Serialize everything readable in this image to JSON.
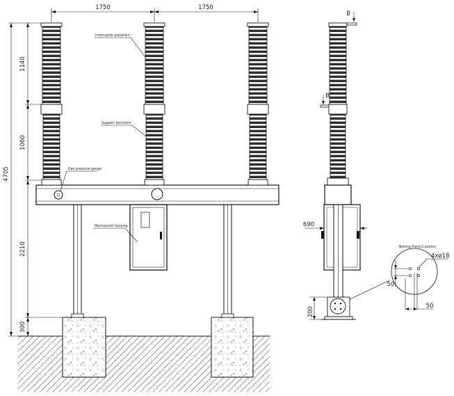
{
  "dimensions": {
    "pole_spacing_left": "1750",
    "pole_spacing_right": "1750",
    "interrupter_height": "1140",
    "support_height": "1060",
    "overall_height": "4705",
    "frame_height": "2210",
    "foundation_depth": "300",
    "side_frame_width": "690",
    "base_height": "200",
    "hole_offset_vertical": "50",
    "hole_offset_horizontal": "50",
    "hole_spec": "4xø18"
  },
  "annotations": {
    "interrupter": "Interrupter porcelain",
    "support": "Support porcelain",
    "gauge": "Gas pressure gauge",
    "mechanism": "Mechanism housing",
    "bolting": "Bolting Point(2 points)"
  },
  "section_marks": {
    "top": "B",
    "middle": "B"
  }
}
